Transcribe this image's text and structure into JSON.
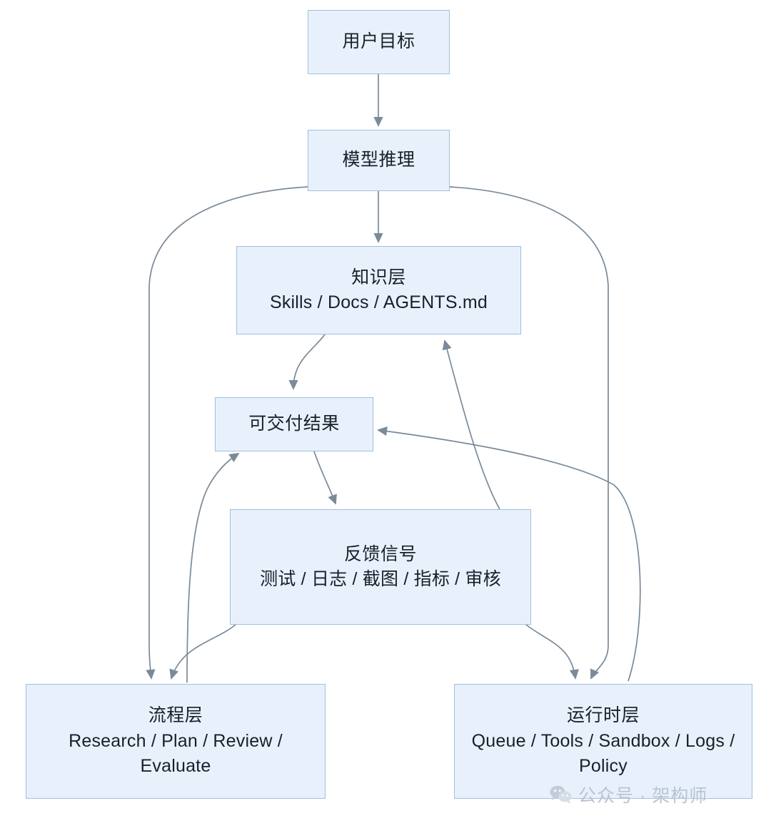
{
  "diagram": {
    "title": "Agent architecture loop",
    "colors": {
      "node_fill": "#e8f1fb",
      "node_border": "#9fc0dd",
      "edge_stroke": "#7a8a99",
      "text": "#17202a",
      "watermark": "#b9c4d2",
      "background": "#ffffff"
    },
    "nodes": [
      {
        "id": "user-goal",
        "line1": "用户目标",
        "line2": ""
      },
      {
        "id": "model-reason",
        "line1": "模型推理",
        "line2": ""
      },
      {
        "id": "knowledge",
        "line1": "知识层",
        "line2": "Skills / Docs / AGENTS.md"
      },
      {
        "id": "deliverable",
        "line1": "可交付结果",
        "line2": ""
      },
      {
        "id": "feedback",
        "line1": "反馈信号",
        "line2": "测试 / 日志 / 截图 / 指标 / 审核"
      },
      {
        "id": "process",
        "line1": "流程层",
        "line2": "Research / Plan / Review / Evaluate"
      },
      {
        "id": "runtime",
        "line1": "运行时层",
        "line2": "Queue / Tools / Sandbox / Logs / Policy"
      }
    ],
    "edges": [
      {
        "from": "user-goal",
        "to": "model-reason",
        "label": ""
      },
      {
        "from": "model-reason",
        "to": "knowledge",
        "label": ""
      },
      {
        "from": "model-reason",
        "to": "process",
        "label": ""
      },
      {
        "from": "model-reason",
        "to": "runtime",
        "label": ""
      },
      {
        "from": "knowledge",
        "to": "deliverable",
        "label": ""
      },
      {
        "from": "deliverable",
        "to": "feedback",
        "label": ""
      },
      {
        "from": "feedback",
        "to": "knowledge",
        "label": ""
      },
      {
        "from": "feedback",
        "to": "process",
        "label": ""
      },
      {
        "from": "feedback",
        "to": "runtime",
        "label": ""
      },
      {
        "from": "process",
        "to": "deliverable",
        "label": ""
      },
      {
        "from": "runtime",
        "to": "deliverable",
        "label": ""
      }
    ]
  },
  "watermark": {
    "icon": "wechat-icon",
    "text": "公众号 · 架构师"
  }
}
